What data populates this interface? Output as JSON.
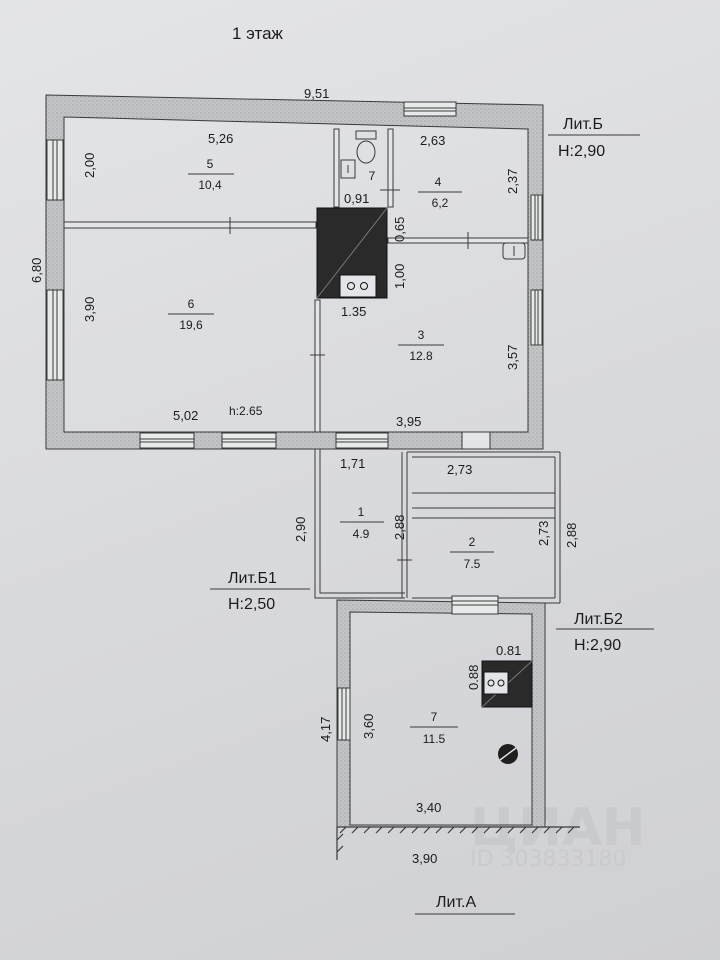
{
  "floor_title": "1 этаж",
  "watermark": {
    "brand": "ЦИАН",
    "id_text": "ID 303833180"
  },
  "lit_b": {
    "name": "Лит.Б",
    "height": "Н:2,90"
  },
  "lit_b1": {
    "name": "Лит.Б1",
    "height": "Н:2,50"
  },
  "lit_b2": {
    "name": "Лит.Б2",
    "height": "Н:2,90"
  },
  "lit_a": {
    "name": "Лит.А"
  },
  "rooms": [
    {
      "num": "5",
      "area": "10,4"
    },
    {
      "num": "7",
      "area": ""
    },
    {
      "num": "4",
      "area": "6,2"
    },
    {
      "num": "6",
      "area": "19,6"
    },
    {
      "num": "3",
      "area": "12.8"
    },
    {
      "num": "1",
      "area": "4.9"
    },
    {
      "num": "2",
      "area": "7.5"
    },
    {
      "num": "7",
      "area": "11.5"
    }
  ],
  "dimensions": {
    "top_width": "9,51",
    "left_height": "6,80",
    "room5_width": "5,26",
    "room5_height": "2,00",
    "room4_width": "2,63",
    "room4_height": "2,37",
    "bath_width": "0,91",
    "bath_height": "0,65",
    "hall_height": "1,00",
    "stove_width": "1.35",
    "room6_height": "3,90",
    "room6_width": "5,02",
    "ceiling_height": "h:2.65",
    "room3_width": "3,95",
    "room3_height": "3,57",
    "room1_width": "1,71",
    "room1_height_outer": "2,90",
    "room1_height_inner": "2,88",
    "room2_width": "2,73",
    "room2_height_inner": "2,73",
    "room2_height_outer": "2,88",
    "stove2_width": "0.81",
    "stove2_height": "0.88",
    "room7_height_outer": "4,17",
    "room7_height_inner": "3,60",
    "room7_width": "3,40",
    "bottom_width": "3,90"
  }
}
